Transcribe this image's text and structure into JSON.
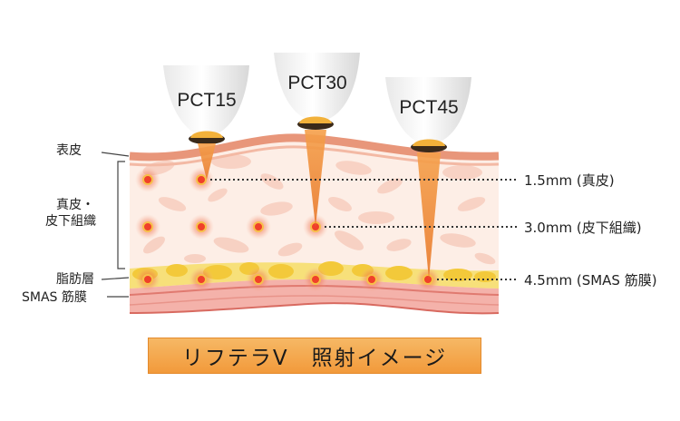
{
  "probes": [
    {
      "label": "PCT15"
    },
    {
      "label": "PCT30"
    },
    {
      "label": "PCT45"
    }
  ],
  "layer_labels": {
    "epidermis": "表皮",
    "dermis_line1": "真皮・",
    "dermis_line2": "皮下組織",
    "fat": "脂肪層",
    "smas": "SMAS 筋膜"
  },
  "depths": [
    {
      "label": "1.5mm (真皮)"
    },
    {
      "label": "3.0mm (皮下組織)"
    },
    {
      "label": "4.5mm (SMAS 筋膜)"
    }
  ],
  "caption": "リフテラV　照射イメージ",
  "colors": {
    "skin": "#e9967a",
    "dermis": "#fbe3d9",
    "fat": "#f4d04a",
    "smas": "#f2a6a0",
    "beam": "#f08a3a",
    "focus": "#f0402a",
    "caption_bg": "#f5a94f"
  }
}
